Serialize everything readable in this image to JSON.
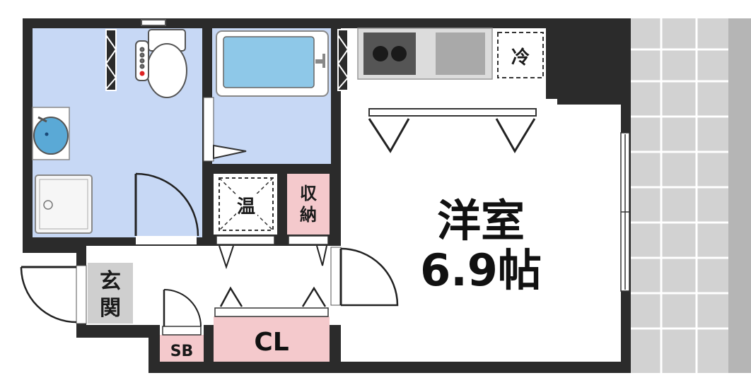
{
  "main_room": {
    "name": "洋室",
    "size": "6.9帖"
  },
  "labels": {
    "refrigerator": "冷",
    "water_heater": "温",
    "storage": [
      "収",
      "納"
    ],
    "entrance": [
      "玄",
      "関"
    ],
    "closet": "CL",
    "shoe_box": "SB"
  },
  "colors": {
    "wall": "#2b2b2b",
    "wet_area": "#c7d8f5",
    "storage_pink": "#f4c9cc",
    "entrance_gray": "#cfcfcf",
    "balcony": "#cfcfcf",
    "bath_water": "#8ec8e8"
  }
}
